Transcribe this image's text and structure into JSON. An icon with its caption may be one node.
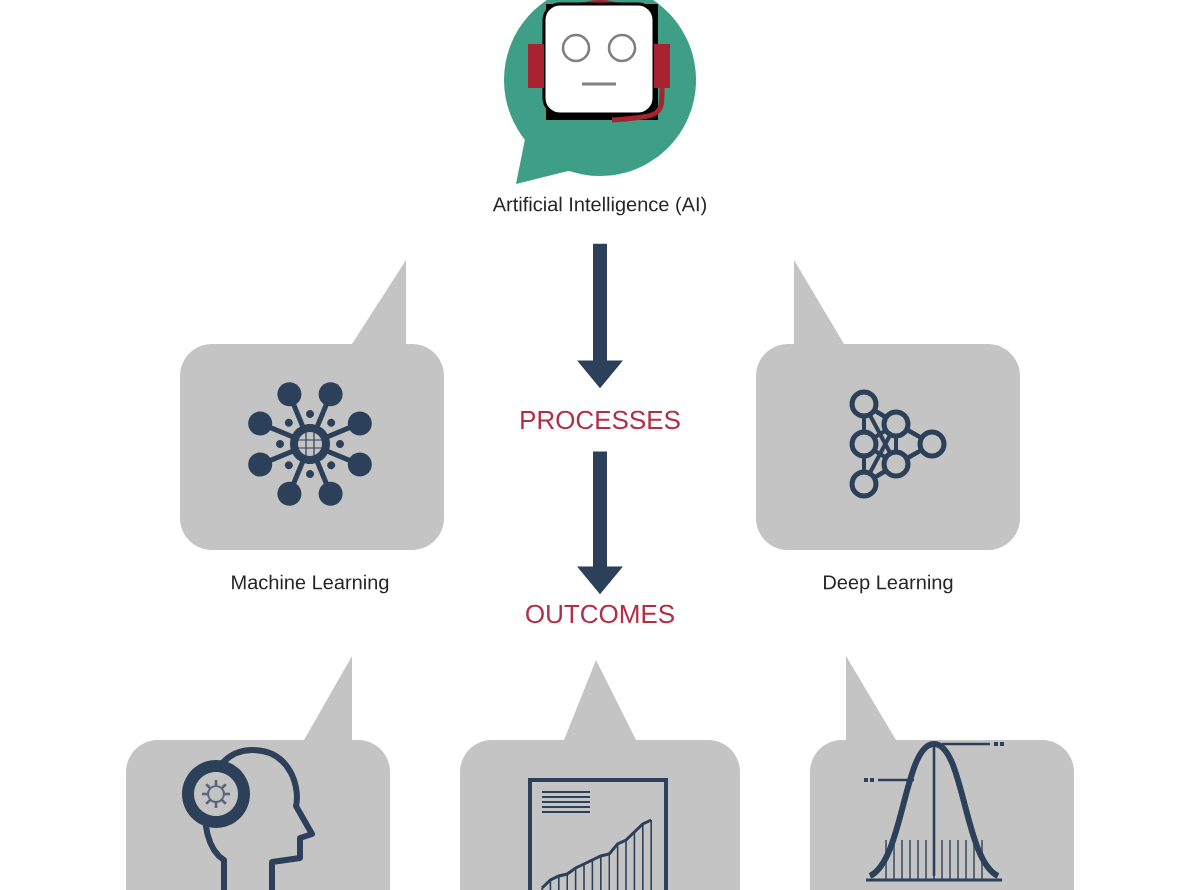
{
  "diagram": {
    "nodes": [
      {
        "text": [
          "Artificial Intelligence (AI)"
        ]
      },
      {
        "text": [
          "Machine Learning"
        ]
      },
      {
        "text": [
          "PROCESSES"
        ]
      },
      {
        "text": [
          "Deep Learning"
        ]
      },
      {
        "text": [
          "OUTCOMES"
        ]
      },
      {
        "text": [],
        "shape": "picture"
      },
      {
        "text": [],
        "shape": "picture"
      },
      {
        "text": [],
        "shape": "picture"
      }
    ],
    "edges": [
      {
        "from": 0,
        "to": 2,
        "arrow": "to"
      },
      {
        "from": 2,
        "to": 4,
        "arrow": "to"
      }
    ]
  }
}
